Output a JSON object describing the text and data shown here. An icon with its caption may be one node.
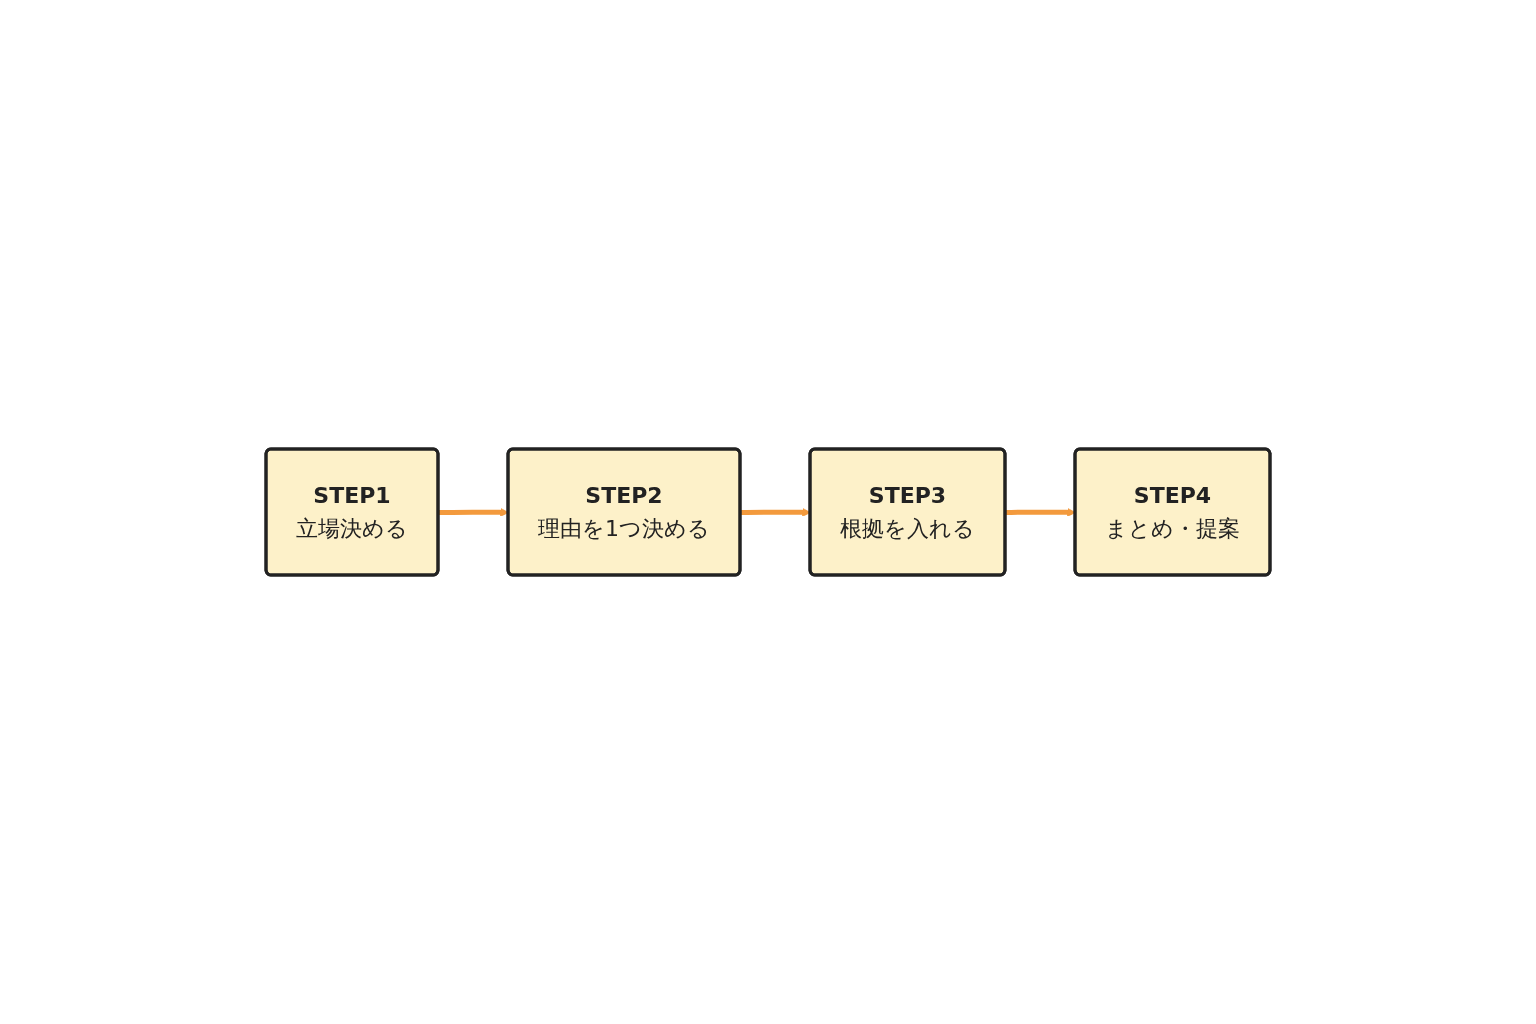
{
  "diagram": {
    "nodes": [
      {
        "text": [
          "STEP1",
          "立場決める"
        ]
      },
      {
        "text": [
          "STEP2",
          "理由を1つ決める"
        ]
      },
      {
        "text": [
          "STEP3",
          "根拠を入れる"
        ]
      },
      {
        "text": [
          "STEP4",
          "まとめ・提案"
        ]
      }
    ],
    "edges": [
      {
        "from": 0,
        "to": 1,
        "arrow": "to"
      },
      {
        "from": 1,
        "to": 2,
        "arrow": "to"
      },
      {
        "from": 2,
        "to": 3,
        "arrow": "to"
      }
    ]
  }
}
